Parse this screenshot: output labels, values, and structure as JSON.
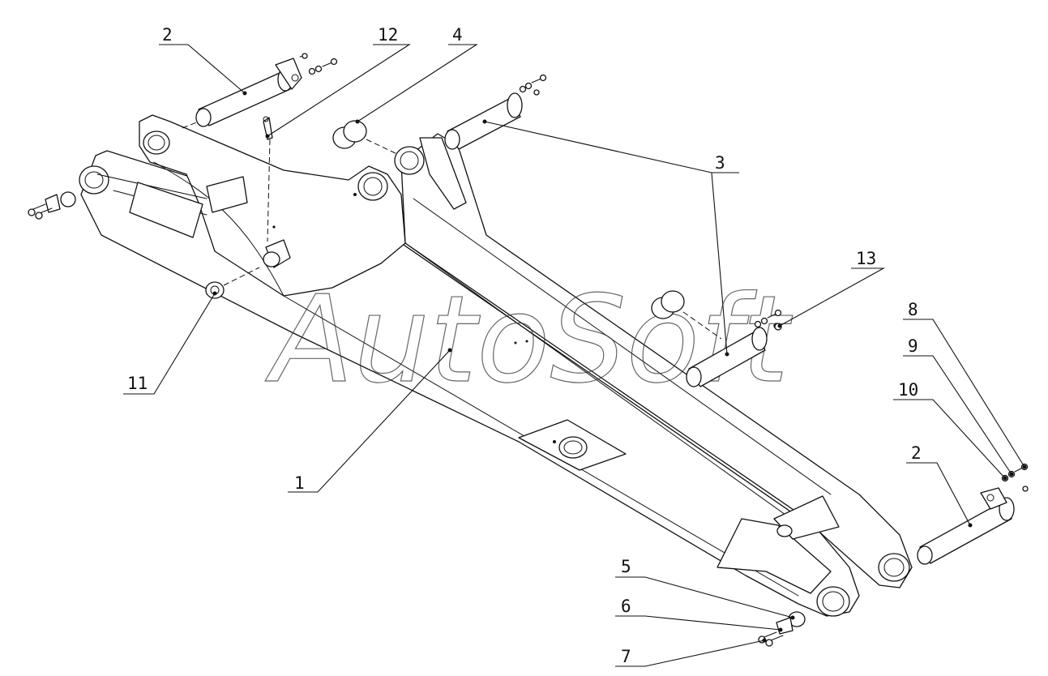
{
  "watermark": "AutoSoft",
  "callouts": [
    {
      "id": "c1",
      "label": "1"
    },
    {
      "id": "c2a",
      "label": "2"
    },
    {
      "id": "c2b",
      "label": "2"
    },
    {
      "id": "c3",
      "label": "3"
    },
    {
      "id": "c4",
      "label": "4"
    },
    {
      "id": "c5",
      "label": "5"
    },
    {
      "id": "c6",
      "label": "6"
    },
    {
      "id": "c7",
      "label": "7"
    },
    {
      "id": "c8",
      "label": "8"
    },
    {
      "id": "c9",
      "label": "9"
    },
    {
      "id": "c10",
      "label": "10"
    },
    {
      "id": "c11",
      "label": "11"
    },
    {
      "id": "c12",
      "label": "12"
    },
    {
      "id": "c13",
      "label": "13"
    }
  ]
}
